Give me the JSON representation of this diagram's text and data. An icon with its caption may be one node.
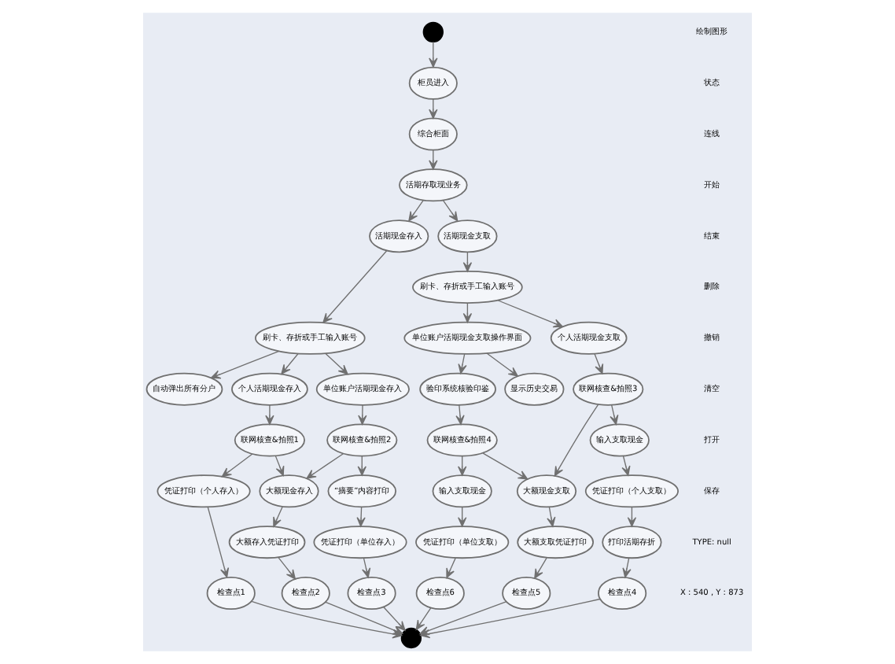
{
  "diagram": {
    "nodes": [
      {
        "text": [],
        "shape": "circle"
      },
      {
        "text": [
          "柜员进入"
        ]
      },
      {
        "text": [
          "综合柜面"
        ]
      },
      {
        "text": [
          "活期存取现业务"
        ]
      },
      {
        "text": [
          "活期现金存入"
        ]
      },
      {
        "text": [
          "活期现金支取"
        ]
      },
      {
        "text": [
          "刷卡、存折或手工输入账号"
        ]
      },
      {
        "text": [
          "刷卡、存折或手工输入账号"
        ]
      },
      {
        "text": [
          "自动弹出所有分户"
        ]
      },
      {
        "text": [
          "个人活期现金存入"
        ]
      },
      {
        "text": [
          "单位账户活期现金存入"
        ]
      },
      {
        "text": [
          "个人活期现金支取"
        ]
      },
      {
        "text": [
          "单位账户活期现金支取操作界面"
        ]
      },
      {
        "text": [
          "显示历史交易"
        ]
      },
      {
        "text": [
          "联网核查&拍照1"
        ]
      },
      {
        "text": [
          "联网核查&拍照2"
        ]
      },
      {
        "text": [
          "联网核查&拍照3"
        ]
      },
      {
        "text": [
          "验印系统核验印鉴"
        ]
      },
      {
        "text": [
          "联网核查&拍照4"
        ]
      },
      {
        "text": [
          "大额现金存入"
        ]
      },
      {
        "text": [
          "“摘要”内容打印"
        ]
      },
      {
        "text": [
          "凭证打印（个人存入）"
        ]
      },
      {
        "text": [
          "大额存入凭证打印"
        ]
      },
      {
        "text": [
          "凭证打印（单位存入）"
        ]
      },
      {
        "text": [
          "输入支取现金"
        ]
      },
      {
        "text": [
          "凭证打印（个人支取）"
        ]
      },
      {
        "text": [
          "大额现金支取"
        ]
      },
      {
        "text": [
          "输入支取现金"
        ]
      },
      {
        "text": [
          "打印活期存折"
        ]
      },
      {
        "text": [
          "大额支取凭证打印"
        ]
      },
      {
        "text": [
          "凭证打印（单位支取）"
        ]
      },
      {
        "text": [
          "检查点1"
        ]
      },
      {
        "text": [
          "检查点2"
        ]
      },
      {
        "text": [
          "检查点3"
        ]
      },
      {
        "text": [
          "检查点4"
        ]
      },
      {
        "text": [
          "检查点5"
        ]
      },
      {
        "text": [
          "检查点6"
        ]
      },
      {
        "text": [],
        "shape": "circle"
      }
    ],
    "edges": [
      {
        "from": 0,
        "to": 1,
        "arrow": "to"
      },
      {
        "from": 1,
        "to": 2,
        "arrow": "to"
      },
      {
        "from": 2,
        "to": 3,
        "arrow": "to"
      },
      {
        "from": 3,
        "to": 4,
        "arrow": "to"
      },
      {
        "from": 3,
        "to": 5,
        "arrow": "to"
      },
      {
        "from": 4,
        "to": 6,
        "arrow": "to"
      },
      {
        "from": 5,
        "to": 7,
        "arrow": "to"
      },
      {
        "from": 6,
        "to": 8,
        "arrow": "to"
      },
      {
        "from": 6,
        "to": 9,
        "arrow": "to"
      },
      {
        "from": 6,
        "to": 10,
        "arrow": "to"
      },
      {
        "from": 7,
        "to": 11,
        "arrow": "to"
      },
      {
        "from": 7,
        "to": 12,
        "arrow": "to"
      },
      {
        "from": 12,
        "to": 13,
        "arrow": "to"
      },
      {
        "from": 9,
        "to": 14,
        "arrow": "to"
      },
      {
        "from": 10,
        "to": 15,
        "arrow": "to"
      },
      {
        "from": 11,
        "to": 16,
        "arrow": "to"
      },
      {
        "from": 12,
        "to": 17,
        "arrow": "to"
      },
      {
        "from": 17,
        "to": 18,
        "arrow": "to"
      },
      {
        "from": 14,
        "to": 19,
        "arrow": "to"
      },
      {
        "from": 15,
        "to": 19,
        "arrow": "to"
      },
      {
        "from": 15,
        "to": 20,
        "arrow": "to"
      },
      {
        "from": 14,
        "to": 21,
        "arrow": "to"
      },
      {
        "from": 19,
        "to": 22,
        "arrow": "to"
      },
      {
        "from": 20,
        "to": 23,
        "arrow": "to"
      },
      {
        "from": 16,
        "to": 24,
        "arrow": "to"
      },
      {
        "from": 16,
        "to": 26,
        "arrow": "to"
      },
      {
        "from": 18,
        "to": 26,
        "arrow": "to"
      },
      {
        "from": 18,
        "to": 27,
        "arrow": "to"
      },
      {
        "from": 24,
        "to": 25,
        "arrow": "to"
      },
      {
        "from": 25,
        "to": 28,
        "arrow": "to"
      },
      {
        "from": 26,
        "to": 29,
        "arrow": "to"
      },
      {
        "from": 27,
        "to": 30,
        "arrow": "to"
      },
      {
        "from": 21,
        "to": 31,
        "arrow": "to"
      },
      {
        "from": 22,
        "to": 32,
        "arrow": "to"
      },
      {
        "from": 23,
        "to": 33,
        "arrow": "to"
      },
      {
        "from": 28,
        "to": 34,
        "arrow": "to"
      },
      {
        "from": 29,
        "to": 35,
        "arrow": "to"
      },
      {
        "from": 30,
        "to": 36,
        "arrow": "to"
      },
      {
        "from": 31,
        "to": 37,
        "arrow": "to"
      },
      {
        "from": 32,
        "to": 37,
        "arrow": "to"
      },
      {
        "from": 33,
        "to": 37,
        "arrow": "to"
      },
      {
        "from": 34,
        "to": 37,
        "arrow": "to"
      },
      {
        "from": 35,
        "to": 37,
        "arrow": "to"
      },
      {
        "from": 36,
        "to": 37,
        "arrow": "to"
      }
    ],
    "labels": [
      "绘制图形",
      "状态",
      "连线",
      "开始",
      "结束",
      "删除",
      "撤销",
      "清空",
      "打开",
      "保存",
      "TYPE: null",
      "X : 540 , Y : 873"
    ]
  }
}
